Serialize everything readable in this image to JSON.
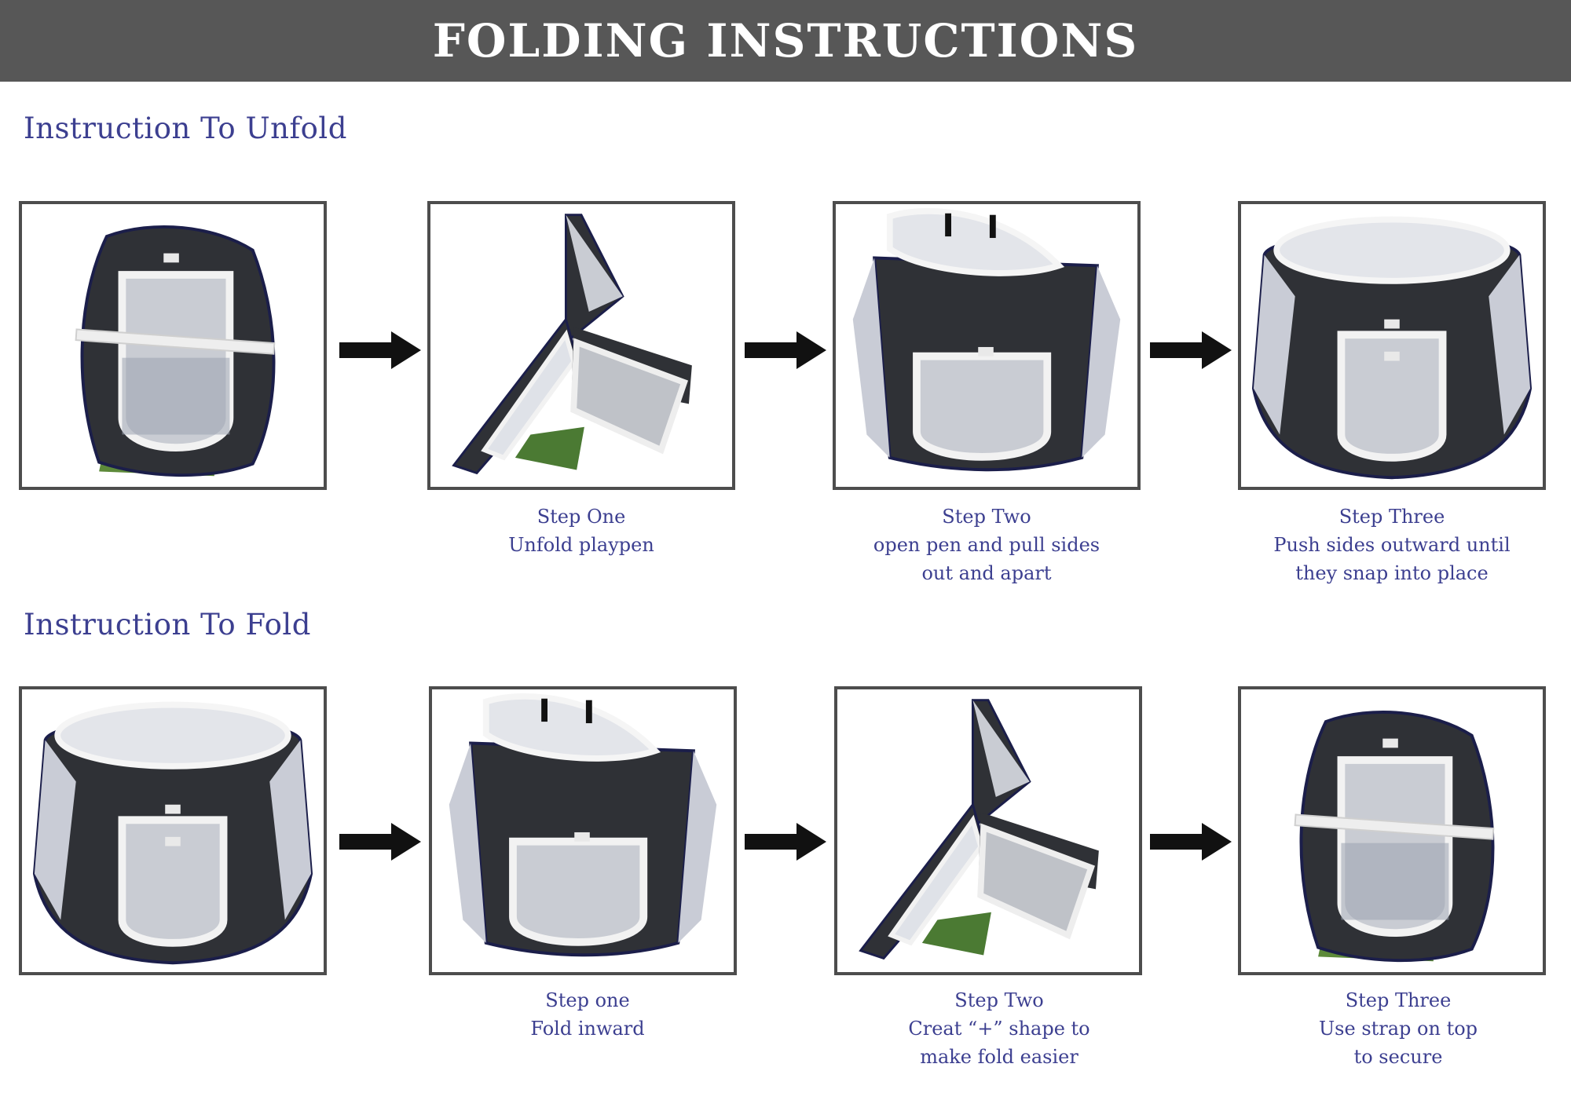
{
  "banner": {
    "title": "FOLDING INSTRUCTIONS"
  },
  "sections": {
    "unfold": {
      "title": "Instruction To Unfold",
      "images": [
        "folded pop-up playpen with strap",
        "playpen opened into cross shape",
        "playpen half open with sides pulled apart",
        "fully open hexagonal playpen"
      ],
      "captions": [
        {
          "step": "Step One",
          "lines": [
            "Unfold playpen"
          ]
        },
        {
          "step": "Step Two",
          "lines": [
            "open pen and pull sides",
            "out and apart"
          ]
        },
        {
          "step": "Step Three",
          "lines": [
            "Push sides outward until",
            "they snap into place"
          ]
        }
      ]
    },
    "fold": {
      "title": "Instruction To Fold",
      "images": [
        "fully open hexagonal playpen",
        "playpen sides folded inward",
        "playpen folded into cross shape",
        "folded playpen secured with strap"
      ],
      "captions": [
        {
          "step": "Step one",
          "lines": [
            "Fold inward"
          ]
        },
        {
          "step": "Step Two",
          "lines": [
            "Creat “+” shape to",
            "make fold easier"
          ]
        },
        {
          "step": "Step Three",
          "lines": [
            "Use strap on top",
            "to secure"
          ]
        }
      ]
    }
  },
  "colors": {
    "banner": "#575757",
    "heading_text": "#3c3f90",
    "frame": "#4d4d4d",
    "fabric": "#2f3136",
    "mesh": "#c9ccd3"
  }
}
